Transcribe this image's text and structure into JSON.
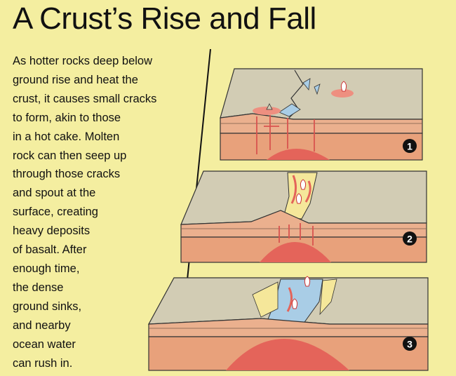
{
  "title": "A Crust’s Rise and Fall",
  "body_lines": [
    "As hotter rocks deep below",
    "ground rise and heat the",
    "crust, it causes small cracks",
    "to form, akin to those",
    "in a hot cake. Molten",
    "rock can then seep up",
    "through those cracks",
    "and spout at the",
    "surface, creating",
    "heavy deposits",
    "of basalt. After",
    "enough time,",
    "the dense",
    "ground sinks,",
    "and nearby",
    "ocean water",
    "can rush in."
  ],
  "stages": [
    {
      "label": "1"
    },
    {
      "label": "2"
    },
    {
      "label": "3"
    }
  ],
  "colors": {
    "background": "#f4eea0",
    "surface": "#d2ccb4",
    "crust_side": "#ebb08e",
    "mantle": "#e8a17b",
    "magma": "#e4645a",
    "water": "#a9cde6",
    "basalt": "#f5e79a"
  }
}
